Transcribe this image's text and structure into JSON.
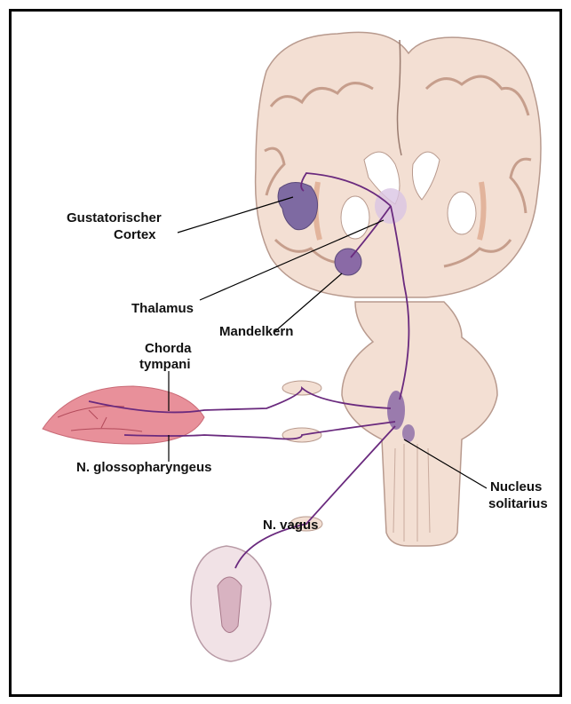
{
  "labels": {
    "gustatory_cortex_line1": "Gustatorischer",
    "gustatory_cortex_line2": "Cortex",
    "thalamus": "Thalamus",
    "amygdala": "Mandelkern",
    "chorda_line1": "Chorda",
    "chorda_line2": "tympani",
    "glossopharyngeus": "N. glossopharyngeus",
    "nucleus_line1": "Nucleus",
    "nucleus_line2": "solitarius",
    "vagus": "N. vagus"
  },
  "colors": {
    "tissue": "#f3dfd3",
    "tissue_stroke": "#b89a8e",
    "cortex_accent": "#e2b49c",
    "pathway": "#6a2a7e",
    "nucleus_fill": "#8a6aa6",
    "tongue": "#e8909a"
  }
}
